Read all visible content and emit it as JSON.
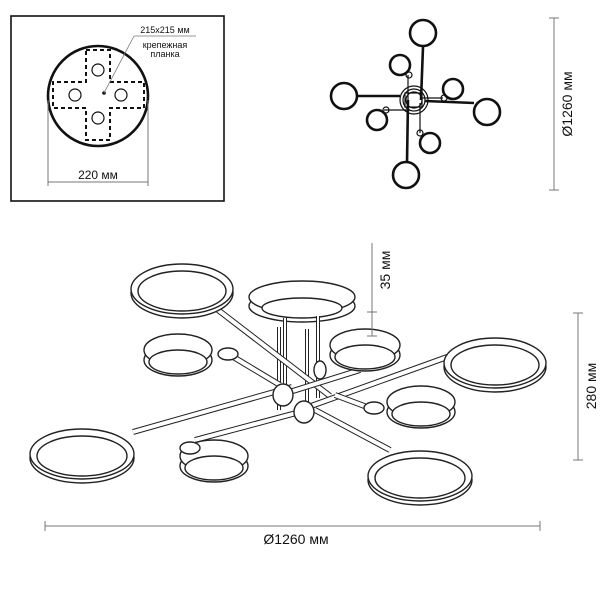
{
  "mount_plate": {
    "plate_size_label": "215x215 мм",
    "plate_caption_line1": "крепежная",
    "plate_caption_line2": "планка",
    "canopy_diameter_label": "220 мм"
  },
  "top_view": {
    "diameter_label": "Ø1260 мм"
  },
  "side_view": {
    "canopy_height_label": "35 мм",
    "total_height_label": "280 мм",
    "diameter_label": "Ø1260 мм"
  },
  "colors": {
    "line": "#111111",
    "dimension": "#777777",
    "background": "#ffffff"
  }
}
